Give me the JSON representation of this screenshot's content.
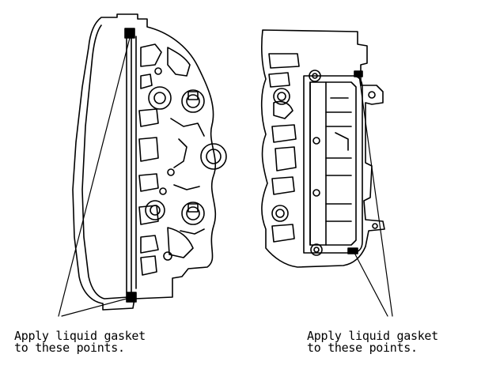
{
  "callouts": [
    {
      "id": "left",
      "line1": "Apply liquid gasket",
      "line2": "to these points."
    },
    {
      "id": "right",
      "line1": "Apply liquid gasket",
      "line2": "to these points."
    }
  ],
  "colors": {
    "ink": "#000000",
    "paper": "#ffffff"
  }
}
